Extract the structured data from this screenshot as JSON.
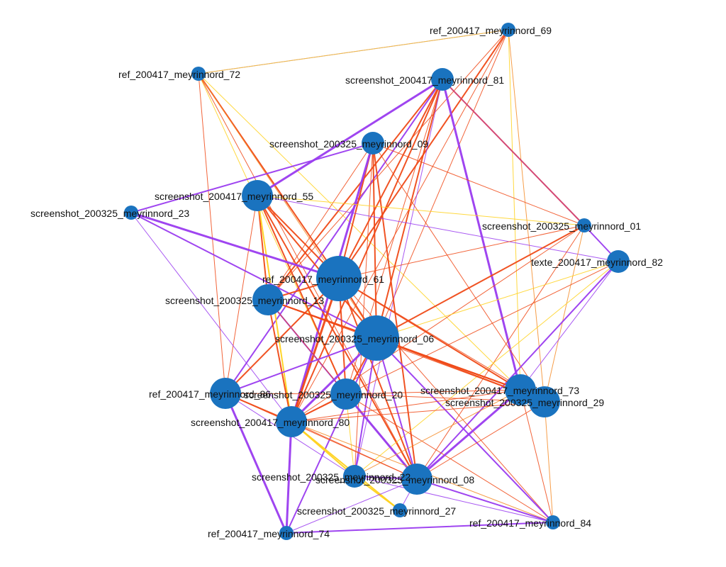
{
  "colors": {
    "background": "#ffffff",
    "node": "#1a73bf",
    "label": "#111111",
    "edge_purple": "#9a3cf0",
    "edge_orange_red": "#f04a18",
    "edge_orange": "#f58d2a",
    "edge_yellow": "#ffd21e",
    "edge_magenta": "#d2406e"
  },
  "nodes": [
    {
      "id": "n69",
      "label": "ref_200417_meyrinnord_69",
      "weight": 1
    },
    {
      "id": "n72",
      "label": "ref_200417_meyrinnord_72",
      "weight": 1
    },
    {
      "id": "n81",
      "label": "screenshot_200417_meyrinnord_81",
      "weight": 2
    },
    {
      "id": "n09",
      "label": "screenshot_200325_meyrinnord_09",
      "weight": 2
    },
    {
      "id": "n55",
      "label": "screenshot_200417_meyrinnord_55",
      "weight": 3
    },
    {
      "id": "n23",
      "label": "screenshot_200325_meyrinnord_23",
      "weight": 1
    },
    {
      "id": "n01",
      "label": "screenshot_200325_meyrinnord_01",
      "weight": 1
    },
    {
      "id": "n82",
      "label": "texte_200417_meyrinnord_82",
      "weight": 2
    },
    {
      "id": "n61",
      "label": "ref_200417_meyrinnord_61",
      "weight": 5
    },
    {
      "id": "n13",
      "label": "screenshot_200325_meyrinnord_13",
      "weight": 3
    },
    {
      "id": "n06",
      "label": "screenshot_200325_meyrinnord_06",
      "weight": 5
    },
    {
      "id": "n86",
      "label": "ref_200417_meyrinnord_86",
      "weight": 3
    },
    {
      "id": "n20",
      "label": "screenshot_200325_meyrinnord_20",
      "weight": 3
    },
    {
      "id": "n73",
      "label": "screenshot_200417_meyrinnord_73",
      "weight": 3
    },
    {
      "id": "n29",
      "label": "screenshot_200325_meyrinnord_29",
      "weight": 3
    },
    {
      "id": "n80",
      "label": "screenshot_200417_meyrinnord_80",
      "weight": 3
    },
    {
      "id": "n22",
      "label": "screenshot_200325_meyrinnord_22",
      "weight": 2
    },
    {
      "id": "n08",
      "label": "screenshot_200325_meyrinnord_08",
      "weight": 3
    },
    {
      "id": "n27",
      "label": "screenshot_200325_meyrinnord_27",
      "weight": 1
    },
    {
      "id": "n74",
      "label": "ref_200417_meyrinnord_74",
      "weight": 1
    },
    {
      "id": "n84",
      "label": "ref_200417_meyrinnord_84",
      "weight": 1
    }
  ],
  "edges": [
    {
      "source": "n72",
      "target": "n69",
      "color": "edge_purple",
      "strength": 1
    },
    {
      "source": "n72",
      "target": "n69",
      "color": "edge_yellow",
      "strength": 1
    },
    {
      "source": "n72",
      "target": "n61",
      "color": "edge_orange_red",
      "strength": 2
    },
    {
      "source": "n72",
      "target": "n06",
      "color": "edge_orange",
      "strength": 1
    },
    {
      "source": "n72",
      "target": "n86",
      "color": "edge_orange_red",
      "strength": 1
    },
    {
      "source": "n72",
      "target": "n20",
      "color": "edge_yellow",
      "strength": 1
    },
    {
      "source": "n72",
      "target": "n08",
      "color": "edge_orange_red",
      "strength": 1
    },
    {
      "source": "n72",
      "target": "n73",
      "color": "edge_yellow",
      "strength": 1
    },
    {
      "source": "n69",
      "target": "n61",
      "color": "edge_orange_red",
      "strength": 2
    },
    {
      "source": "n69",
      "target": "n13",
      "color": "edge_orange_red",
      "strength": 1
    },
    {
      "source": "n69",
      "target": "n80",
      "color": "edge_orange_red",
      "strength": 1
    },
    {
      "source": "n69",
      "target": "n73",
      "color": "edge_yellow",
      "strength": 1
    },
    {
      "source": "n69",
      "target": "n29",
      "color": "edge_orange",
      "strength": 1
    },
    {
      "source": "n69",
      "target": "n06",
      "color": "edge_orange_red",
      "strength": 1
    },
    {
      "source": "n81",
      "target": "n55",
      "color": "edge_purple",
      "strength": 3
    },
    {
      "source": "n81",
      "target": "n61",
      "color": "edge_orange_red",
      "strength": 2
    },
    {
      "source": "n81",
      "target": "n13",
      "color": "edge_orange_red",
      "strength": 2
    },
    {
      "source": "n81",
      "target": "n06",
      "color": "edge_orange_red",
      "strength": 2
    },
    {
      "source": "n81",
      "target": "n80",
      "color": "edge_orange_red",
      "strength": 2
    },
    {
      "source": "n81",
      "target": "n86",
      "color": "edge_purple",
      "strength": 2
    },
    {
      "source": "n81",
      "target": "n73",
      "color": "edge_purple",
      "strength": 3
    },
    {
      "source": "n81",
      "target": "n01",
      "color": "edge_magenta",
      "strength": 2
    },
    {
      "source": "n81",
      "target": "n20",
      "color": "edge_orange_red",
      "strength": 1
    },
    {
      "source": "n81",
      "target": "n22",
      "color": "edge_purple",
      "strength": 1
    },
    {
      "source": "n09",
      "target": "n23",
      "color": "edge_purple",
      "strength": 2
    },
    {
      "source": "n09",
      "target": "n61",
      "color": "edge_orange_red",
      "strength": 2
    },
    {
      "source": "n09",
      "target": "n06",
      "color": "edge_orange_red",
      "strength": 2
    },
    {
      "source": "n09",
      "target": "n80",
      "color": "edge_purple",
      "strength": 3
    },
    {
      "source": "n09",
      "target": "n08",
      "color": "edge_orange_red",
      "strength": 2
    },
    {
      "source": "n09",
      "target": "n22",
      "color": "edge_orange_red",
      "strength": 1
    },
    {
      "source": "n09",
      "target": "n29",
      "color": "edge_orange_red",
      "strength": 1
    },
    {
      "source": "n09",
      "target": "n01",
      "color": "edge_orange_red",
      "strength": 1
    },
    {
      "source": "n09",
      "target": "n13",
      "color": "edge_orange_red",
      "strength": 1
    },
    {
      "source": "n55",
      "target": "n61",
      "color": "edge_orange_red",
      "strength": 2
    },
    {
      "source": "n55",
      "target": "n13",
      "color": "edge_orange_red",
      "strength": 2
    },
    {
      "source": "n55",
      "target": "n06",
      "color": "edge_orange_red",
      "strength": 2
    },
    {
      "source": "n55",
      "target": "n80",
      "color": "edge_yellow",
      "strength": 2
    },
    {
      "source": "n55",
      "target": "n20",
      "color": "edge_orange_red",
      "strength": 2
    },
    {
      "source": "n55",
      "target": "n08",
      "color": "edge_orange_red",
      "strength": 2
    },
    {
      "source": "n55",
      "target": "n01",
      "color": "edge_yellow",
      "strength": 1
    },
    {
      "source": "n55",
      "target": "n82",
      "color": "edge_purple",
      "strength": 1
    },
    {
      "source": "n55",
      "target": "n86",
      "color": "edge_orange_red",
      "strength": 1
    },
    {
      "source": "n23",
      "target": "n61",
      "color": "edge_purple",
      "strength": 3
    },
    {
      "source": "n23",
      "target": "n80",
      "color": "edge_purple",
      "strength": 1
    },
    {
      "source": "n23",
      "target": "n06",
      "color": "edge_purple",
      "strength": 2
    },
    {
      "source": "n01",
      "target": "n61",
      "color": "edge_orange_red",
      "strength": 1
    },
    {
      "source": "n01",
      "target": "n06",
      "color": "edge_orange_red",
      "strength": 2
    },
    {
      "source": "n01",
      "target": "n80",
      "color": "edge_orange_red",
      "strength": 1
    },
    {
      "source": "n01",
      "target": "n08",
      "color": "edge_orange_red",
      "strength": 1
    },
    {
      "source": "n01",
      "target": "n29",
      "color": "edge_orange",
      "strength": 1
    },
    {
      "source": "n01",
      "target": "n82",
      "color": "edge_purple",
      "strength": 2
    },
    {
      "source": "n82",
      "target": "n06",
      "color": "edge_yellow",
      "strength": 1
    },
    {
      "source": "n82",
      "target": "n08",
      "color": "edge_purple",
      "strength": 2
    },
    {
      "source": "n82",
      "target": "n22",
      "color": "edge_yellow",
      "strength": 1
    },
    {
      "source": "n82",
      "target": "n73",
      "color": "edge_purple",
      "strength": 1
    },
    {
      "source": "n82",
      "target": "n80",
      "color": "edge_orange_red",
      "strength": 1
    },
    {
      "source": "n61",
      "target": "n13",
      "color": "edge_orange_red",
      "strength": 2
    },
    {
      "source": "n61",
      "target": "n06",
      "color": "edge_orange_red",
      "strength": 2
    },
    {
      "source": "n61",
      "target": "n86",
      "color": "edge_orange_red",
      "strength": 2
    },
    {
      "source": "n61",
      "target": "n80",
      "color": "edge_orange_red",
      "strength": 3
    },
    {
      "source": "n61",
      "target": "n20",
      "color": "edge_orange_red",
      "strength": 2
    },
    {
      "source": "n61",
      "target": "n73",
      "color": "edge_orange_red",
      "strength": 2
    },
    {
      "source": "n61",
      "target": "n29",
      "color": "edge_orange_red",
      "strength": 1
    },
    {
      "source": "n61",
      "target": "n08",
      "color": "edge_orange_red",
      "strength": 2
    },
    {
      "source": "n61",
      "target": "n84",
      "color": "edge_orange_red",
      "strength": 1
    },
    {
      "source": "n13",
      "target": "n06",
      "color": "edge_orange_red",
      "strength": 2
    },
    {
      "source": "n13",
      "target": "n80",
      "color": "edge_orange_red",
      "strength": 2
    },
    {
      "source": "n13",
      "target": "n20",
      "color": "edge_purple",
      "strength": 2
    },
    {
      "source": "n13",
      "target": "n08",
      "color": "edge_orange_red",
      "strength": 1
    },
    {
      "source": "n13",
      "target": "n73",
      "color": "edge_orange_red",
      "strength": 2
    },
    {
      "source": "n13",
      "target": "n29",
      "color": "edge_orange_red",
      "strength": 1
    },
    {
      "source": "n06",
      "target": "n86",
      "color": "edge_purple",
      "strength": 2
    },
    {
      "source": "n06",
      "target": "n80",
      "color": "edge_purple",
      "strength": 3
    },
    {
      "source": "n06",
      "target": "n20",
      "color": "edge_orange_red",
      "strength": 2
    },
    {
      "source": "n06",
      "target": "n73",
      "color": "edge_orange_red",
      "strength": 2
    },
    {
      "source": "n06",
      "target": "n29",
      "color": "edge_orange_red",
      "strength": 2
    },
    {
      "source": "n06",
      "target": "n22",
      "color": "edge_purple",
      "strength": 2
    },
    {
      "source": "n06",
      "target": "n08",
      "color": "edge_purple",
      "strength": 2
    },
    {
      "source": "n06",
      "target": "n84",
      "color": "edge_purple",
      "strength": 2
    },
    {
      "source": "n06",
      "target": "n74",
      "color": "edge_purple",
      "strength": 2
    },
    {
      "source": "n86",
      "target": "n80",
      "color": "edge_orange_red",
      "strength": 2
    },
    {
      "source": "n86",
      "target": "n20",
      "color": "edge_orange_red",
      "strength": 1
    },
    {
      "source": "n86",
      "target": "n74",
      "color": "edge_purple",
      "strength": 3
    },
    {
      "source": "n86",
      "target": "n08",
      "color": "edge_orange_red",
      "strength": 1
    },
    {
      "source": "n86",
      "target": "n22",
      "color": "edge_purple",
      "strength": 1
    },
    {
      "source": "n20",
      "target": "n80",
      "color": "edge_orange_red",
      "strength": 2
    },
    {
      "source": "n20",
      "target": "n08",
      "color": "edge_purple",
      "strength": 3
    },
    {
      "source": "n20",
      "target": "n73",
      "color": "edge_orange_red",
      "strength": 1
    },
    {
      "source": "n20",
      "target": "n29",
      "color": "edge_orange_red",
      "strength": 1
    },
    {
      "source": "n20",
      "target": "n84",
      "color": "edge_orange_red",
      "strength": 1
    },
    {
      "source": "n20",
      "target": "n22",
      "color": "edge_yellow",
      "strength": 1
    },
    {
      "source": "n73",
      "target": "n29",
      "color": "edge_orange_red",
      "strength": 2
    },
    {
      "source": "n73",
      "target": "n08",
      "color": "edge_purple",
      "strength": 3
    },
    {
      "source": "n73",
      "target": "n80",
      "color": "edge_orange_red",
      "strength": 1
    },
    {
      "source": "n73",
      "target": "n22",
      "color": "edge_orange",
      "strength": 1
    },
    {
      "source": "n73",
      "target": "n84",
      "color": "edge_orange_red",
      "strength": 1
    },
    {
      "source": "n29",
      "target": "n08",
      "color": "edge_orange_red",
      "strength": 1
    },
    {
      "source": "n29",
      "target": "n80",
      "color": "edge_orange_red",
      "strength": 1
    },
    {
      "source": "n29",
      "target": "n84",
      "color": "edge_orange",
      "strength": 1
    },
    {
      "source": "n80",
      "target": "n22",
      "color": "edge_yellow",
      "strength": 2
    },
    {
      "source": "n80",
      "target": "n08",
      "color": "edge_orange_red",
      "strength": 1
    },
    {
      "source": "n80",
      "target": "n74",
      "color": "edge_purple",
      "strength": 3
    },
    {
      "source": "n80",
      "target": "n84",
      "color": "edge_orange",
      "strength": 1
    },
    {
      "source": "n80",
      "target": "n27",
      "color": "edge_yellow",
      "strength": 2
    },
    {
      "source": "n22",
      "target": "n08",
      "color": "edge_purple",
      "strength": 2
    },
    {
      "source": "n22",
      "target": "n27",
      "color": "edge_yellow",
      "strength": 2
    },
    {
      "source": "n22",
      "target": "n84",
      "color": "edge_purple",
      "strength": 1
    },
    {
      "source": "n08",
      "target": "n84",
      "color": "edge_purple",
      "strength": 2
    },
    {
      "source": "n08",
      "target": "n27",
      "color": "edge_purple",
      "strength": 1
    },
    {
      "source": "n74",
      "target": "n84",
      "color": "edge_purple",
      "strength": 2
    },
    {
      "source": "n74",
      "target": "n08",
      "color": "edge_purple",
      "strength": 1
    }
  ]
}
